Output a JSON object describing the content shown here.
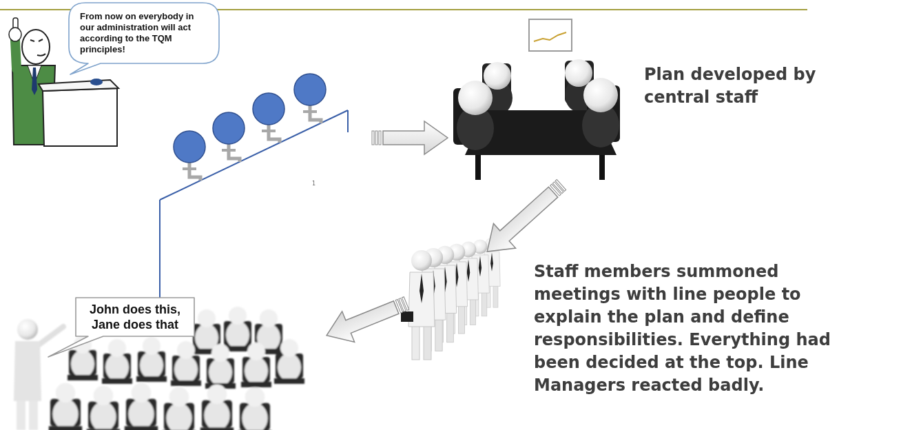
{
  "diagram": {
    "nodes": [
      {
        "text": [
          "From now on everybody in our administration will act according to the TQM principles!"
        ]
      },
      {
        "text": [
          "John does this, Jane does that"
        ]
      }
    ],
    "labels": [
      "Plan developed by central staff",
      "Staff members summoned meetings with line people to explain the plan and define responsibilities. Everything had been decided at the top. Line Managers reacted badly.",
      "1"
    ]
  }
}
